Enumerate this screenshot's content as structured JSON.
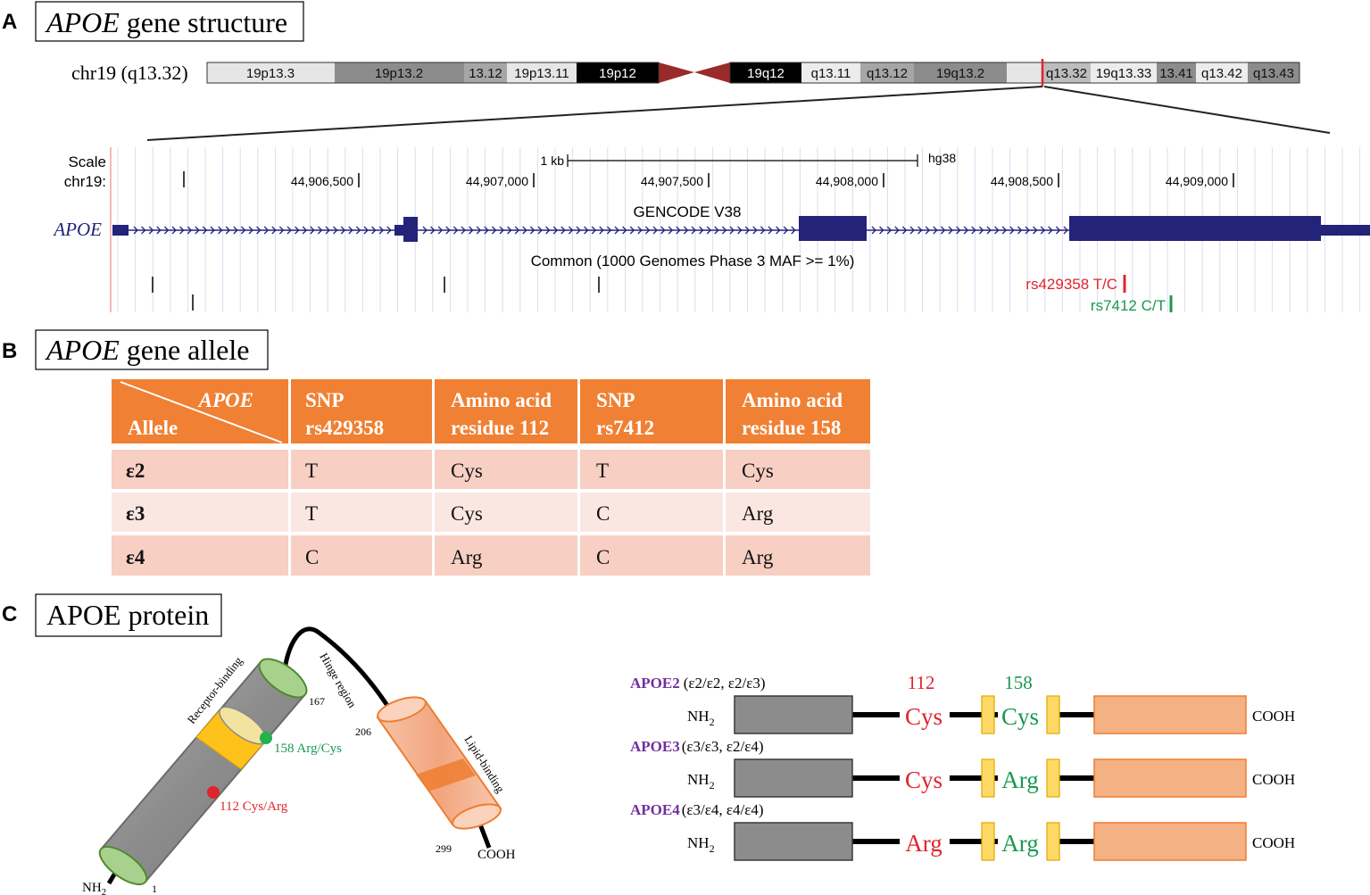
{
  "panels": {
    "a": {
      "letter": "A",
      "title_italic": "APOE",
      "title_rest": " gene structure"
    },
    "b": {
      "letter": "B",
      "title_italic": "APOE",
      "title_rest": " gene allele"
    },
    "c": {
      "letter": "C",
      "title": "APOE protein"
    }
  },
  "ideogram": {
    "label": "chr19 (q13.32)",
    "bands": [
      "19p13.3",
      "19p13.2",
      "13.12",
      "19p13.11",
      "19p12",
      "19q12",
      "q13.11",
      "q13.12",
      "19q13.2",
      "q13.32",
      "19q13.33",
      "13.41",
      "q13.42",
      "q13.43"
    ]
  },
  "browser": {
    "scale_label": "Scale",
    "chr_label": "chr19:",
    "scalebar_label": "1 kb",
    "assembly": "hg38",
    "positions": [
      "44,906,500",
      "44,907,000",
      "44,907,500",
      "44,908,000",
      "44,908,500",
      "44,909,000"
    ],
    "gene": "APOE",
    "gene_track": "GENCODE V38",
    "snp_track": "Common (1000 Genomes Phase 3 MAF >= 1%)",
    "snp1": {
      "label": "rs429358 T/C",
      "color": "#e0242c"
    },
    "snp2": {
      "label": "rs7412 C/T",
      "color": "#1a9850"
    },
    "gene_color": "#23237a"
  },
  "allele_table": {
    "corner_top": "APOE",
    "corner_bottom": "Allele",
    "headers": [
      [
        "SNP",
        "rs429358"
      ],
      [
        "Amino acid",
        "residue 112"
      ],
      [
        "SNP",
        "rs7412"
      ],
      [
        "Amino acid",
        "residue 158"
      ]
    ],
    "rows": [
      [
        "ε2",
        "T",
        "Cys",
        "T",
        "Cys"
      ],
      [
        "ε3",
        "T",
        "Cys",
        "C",
        "Arg"
      ],
      [
        "ε4",
        "C",
        "Arg",
        "C",
        "Arg"
      ]
    ],
    "header_color": "#f08033"
  },
  "protein_3d": {
    "receptor_label": "Receptor-binding",
    "hinge_label": "Hinge region",
    "lipid_label": "Lipid-binding",
    "n_term": "NH",
    "n_sub": "2",
    "c_term": "COOH",
    "res_1": "1",
    "res_167": "167",
    "res_206": "206",
    "res_299": "299",
    "site158": "158 Arg/Cys",
    "site112": "112 Cys/Arg"
  },
  "isoforms": {
    "pos112": "112",
    "pos158": "158",
    "n_term": "NH",
    "n_sub": "2",
    "c_term": "COOH",
    "list": [
      {
        "name": "APOE2",
        "genotypes": "(ε2/ε2, ε2/ε3)",
        "res112": "Cys",
        "res158": "Cys"
      },
      {
        "name": "APOE3",
        "genotypes": "(ε3/ε3, ε2/ε4)",
        "res112": "Cys",
        "res158": "Arg"
      },
      {
        "name": "APOE4",
        "genotypes": "(ε3/ε4, ε4/ε4)",
        "res112": "Arg",
        "res158": "Arg"
      }
    ],
    "name_color": "#7030a0",
    "res112_color": "#e0242c",
    "res158_color": "#1a9850"
  }
}
